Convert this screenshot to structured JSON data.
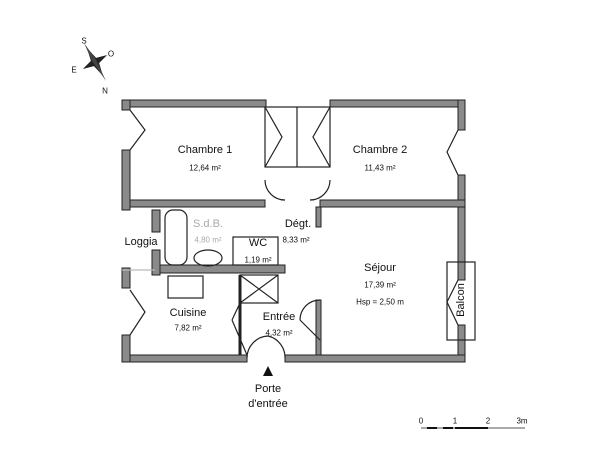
{
  "compass": {
    "letters": [
      "S",
      "O",
      "E",
      "N"
    ]
  },
  "rooms": [
    {
      "name": "Chambre 1",
      "area": "12,64 m²"
    },
    {
      "name": "Chambre 2",
      "area": "11,43 m²"
    },
    {
      "name": "S.d.B.",
      "area": "4,80 m²"
    },
    {
      "name": "Dégt.",
      "area": "8,33 m²"
    },
    {
      "name": "WC",
      "area": "1,19 m²"
    },
    {
      "name": "Loggia"
    },
    {
      "name": "Séjour",
      "area": "17,39 m²",
      "height": "Hsp = 2,50 m"
    },
    {
      "name": "Cuisine",
      "area": "7,82 m²"
    },
    {
      "name": "Entrée",
      "area": "4,32 m²"
    },
    {
      "name": "Balcon"
    }
  ],
  "entrance": {
    "line1": "Porte",
    "line2": "d'entrée"
  },
  "scale": {
    "ticks": [
      "0",
      "1",
      "2",
      "3m"
    ]
  },
  "colors": {
    "wall": "#888888",
    "wall_edge": "#111111"
  }
}
